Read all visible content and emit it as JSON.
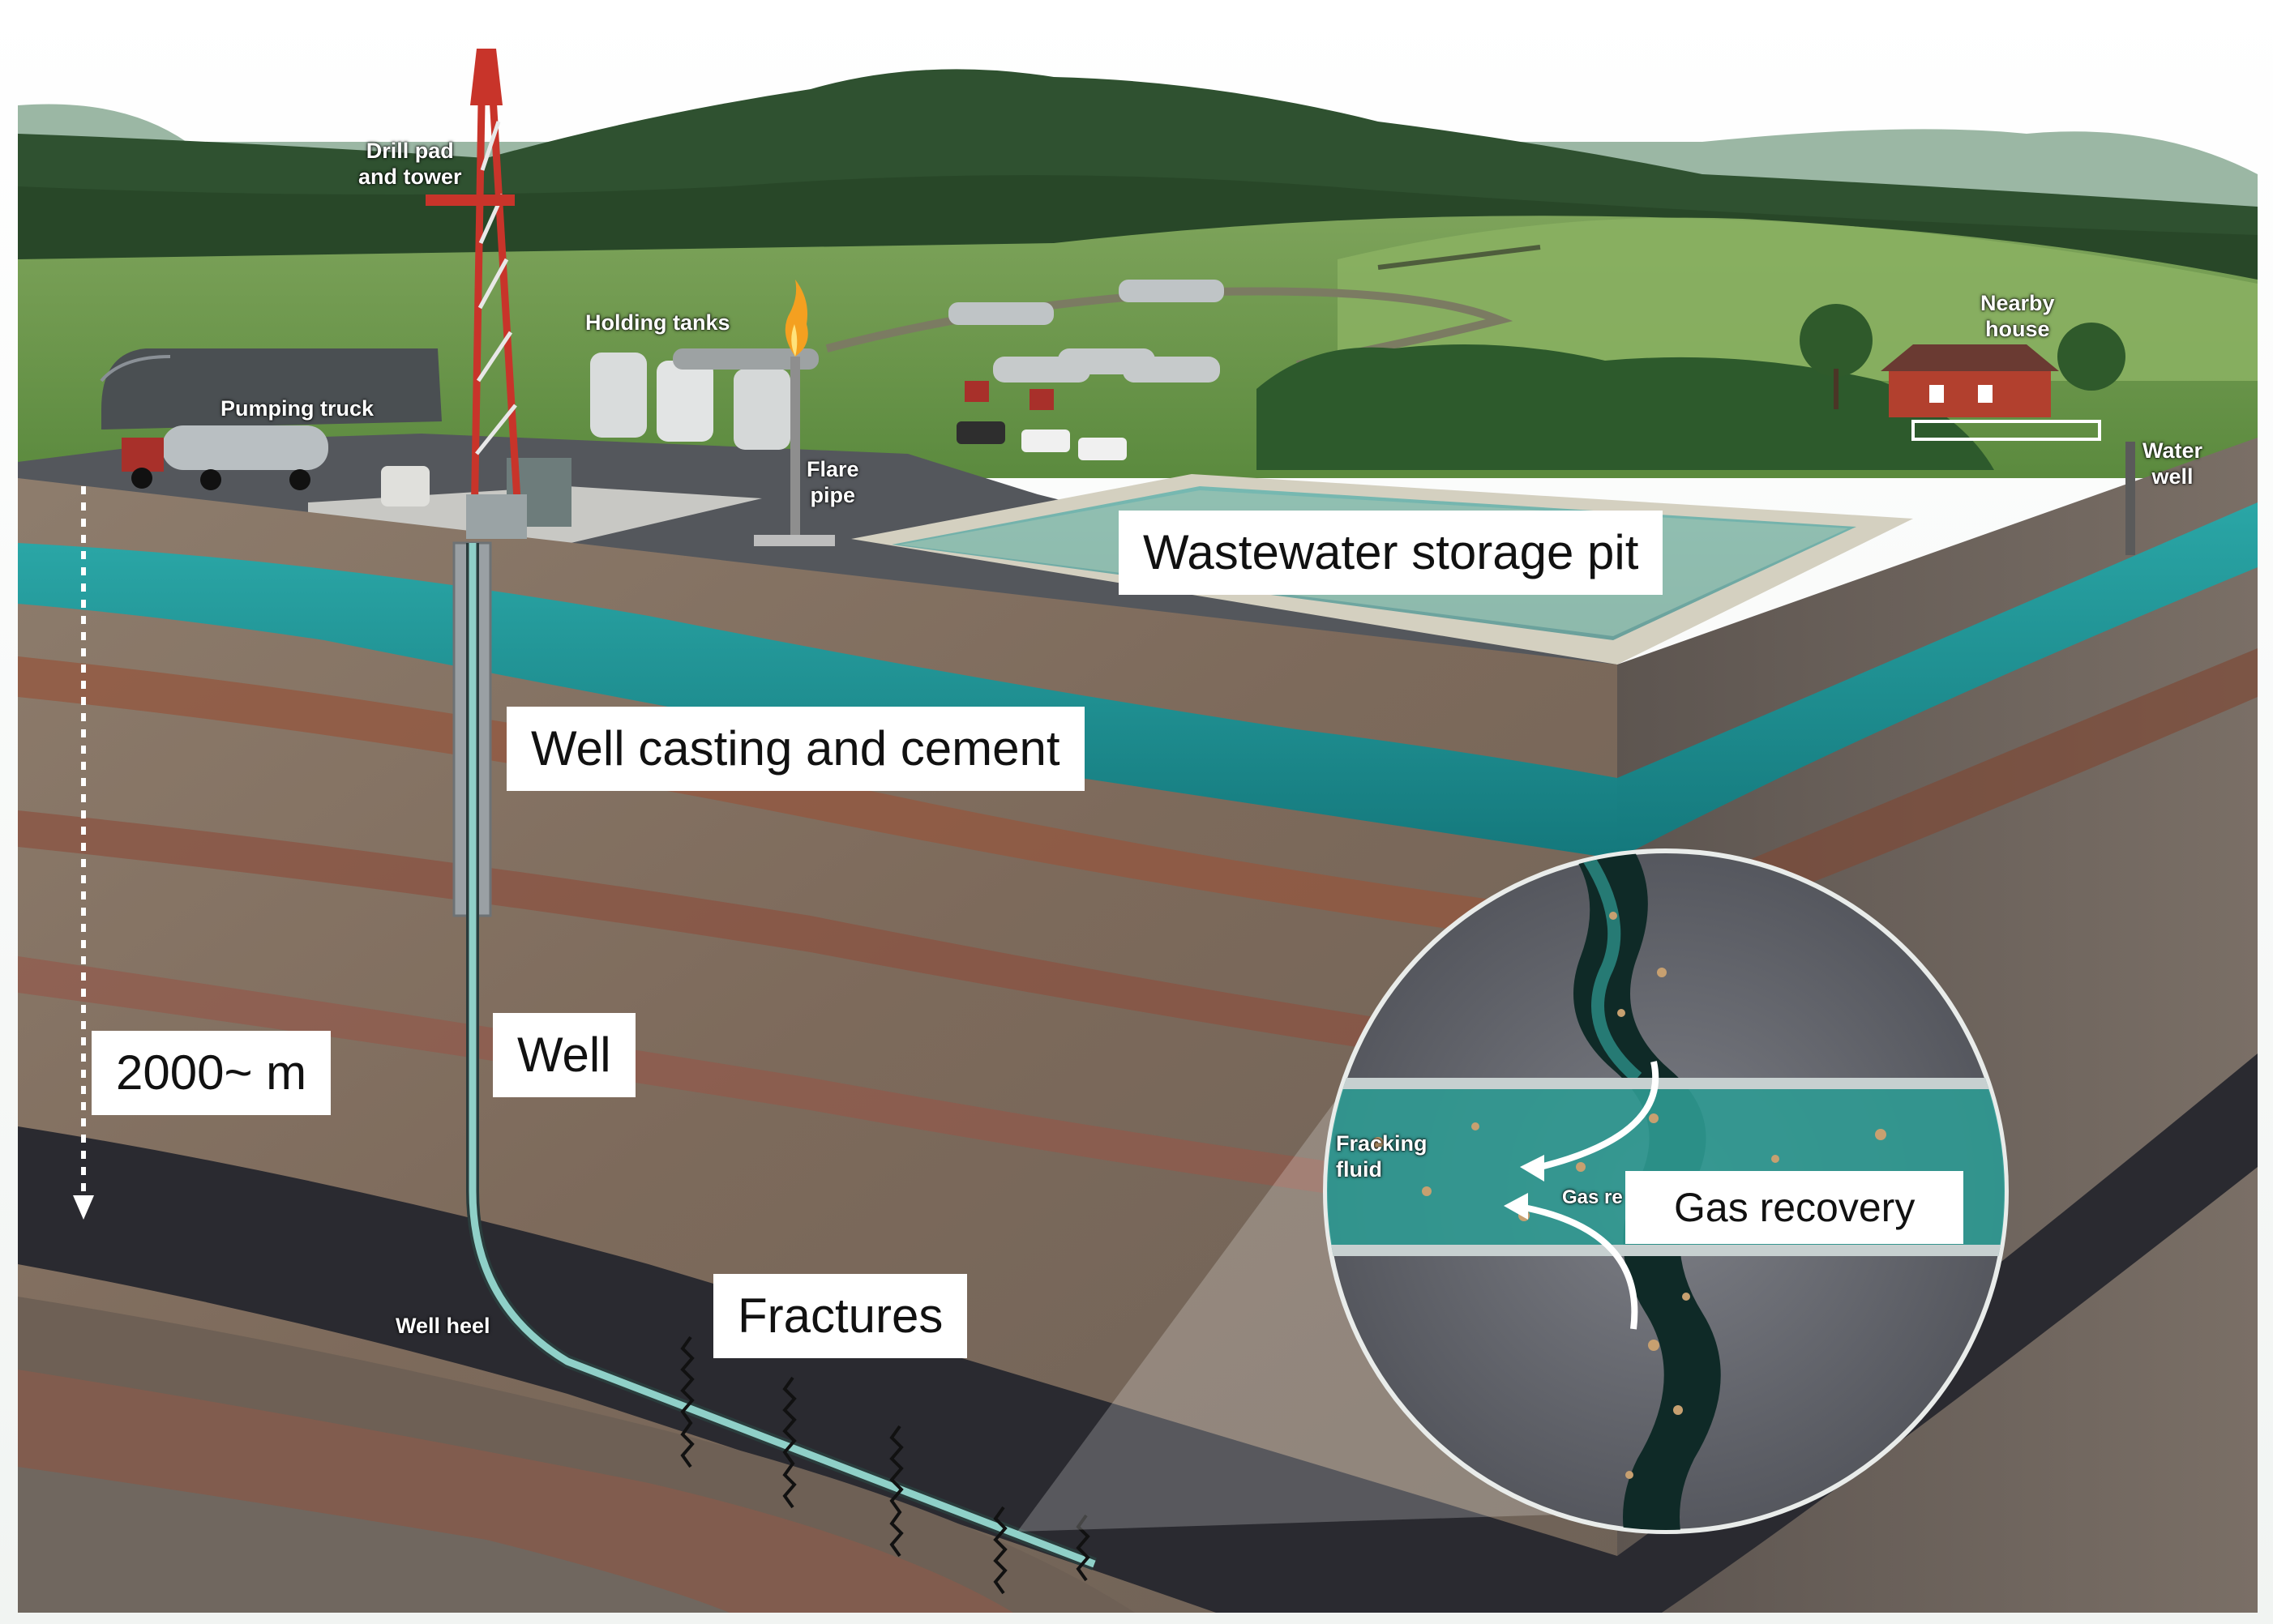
{
  "diagram": {
    "big_labels": {
      "wastewater_pit": "Wastewater storage pit",
      "well_casing": "Well casting and cement",
      "well": "Well",
      "depth": "2000~ m",
      "fractures": "Fractures",
      "gas_recovery": "Gas recovery"
    },
    "small_labels": {
      "drill_pad_line1": "Drill pad",
      "drill_pad_line2": "and tower",
      "pumping_truck": "Pumping truck",
      "holding_tanks": "Holding tanks",
      "flare_line1": "Flare",
      "flare_line2": "pipe",
      "nearby_line1": "Nearby",
      "nearby_line2": "house",
      "water_well_line1": "Water",
      "water_well_line2": "well",
      "well_heel": "Well heel",
      "fracking_line1": "Fracking",
      "fracking_line2": "fluid",
      "gas_re": "Gas re"
    },
    "colors": {
      "aquifer": "#1f8f93",
      "shale": "#2a2a30",
      "rock_red": "#8a5a4a",
      "rock_tan": "#8c7a66",
      "grass": "#5f8a45",
      "forest": "#2f5130",
      "sky": "#ffffff",
      "pit_water": "#8fb7a8"
    }
  }
}
